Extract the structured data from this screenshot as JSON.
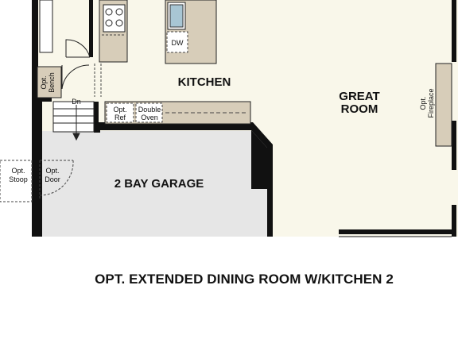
{
  "rooms": {
    "kitchen": "KITCHEN",
    "great_room_line1": "GREAT",
    "great_room_line2": "ROOM",
    "garage": "2 BAY GARAGE"
  },
  "fixtures": {
    "dishwasher": "DW",
    "bench_line1": "Opt.",
    "bench_line2": "Bench",
    "stair_down": "Dn",
    "ref_line1": "Opt.",
    "ref_line2": "Ref",
    "oven_line1": "Double",
    "oven_line2": "Oven",
    "fireplace_line1": "Opt.",
    "fireplace_line2": "Fireplace",
    "stoop_line1": "Opt.",
    "stoop_line2": "Stoop",
    "door_line1": "Opt.",
    "door_line2": "Door"
  },
  "caption": "OPT. EXTENDED DINING ROOM W/KITCHEN 2",
  "colors": {
    "wall": "#111111",
    "room_fill": "#f9f7ea",
    "counter_fill": "#d7cdb9",
    "garage_fill": "#e6e6e6",
    "line": "#222222"
  }
}
